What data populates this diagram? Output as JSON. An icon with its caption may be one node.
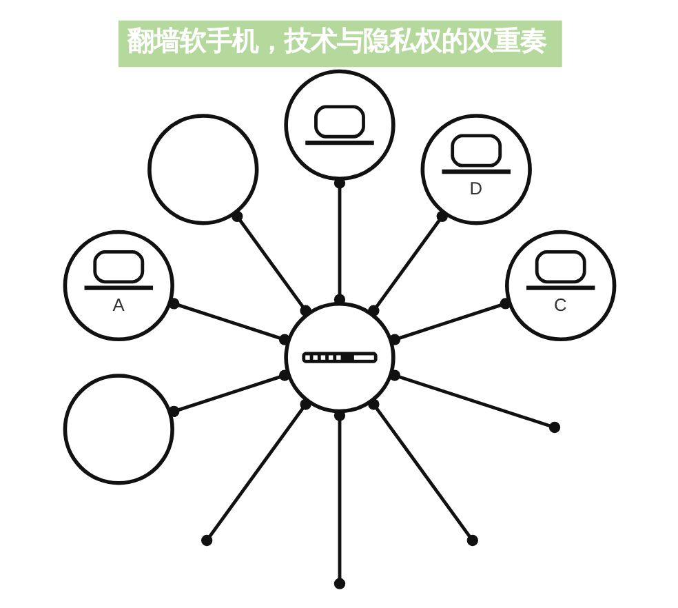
{
  "diagram": {
    "title": "翻墙软手机，技术与隐私权的双重奏",
    "nodes": [
      {
        "text": [
          "C"
        ]
      },
      {
        "text": [
          "D"
        ]
      },
      {
        "text": [],
        "shape": "picture"
      },
      {
        "text": [],
        "shape": "circle"
      },
      {
        "text": [
          "A"
        ]
      },
      {
        "text": [],
        "shape": "picture"
      },
      {
        "text": [],
        "shape": "circle"
      }
    ],
    "edges": [
      {
        "from": 5,
        "to": 2,
        "arrow": "other"
      },
      {
        "from": 5,
        "to": 0,
        "arrow": "other"
      },
      {
        "from": 5,
        "to": 1,
        "arrow": "other"
      },
      {
        "from": 5,
        "to": 3,
        "arrow": "other"
      },
      {
        "from": 5,
        "to": null,
        "arrow": "other"
      },
      {
        "from": 5,
        "to": null,
        "arrow": "other"
      },
      {
        "from": 5,
        "to": null,
        "arrow": "other"
      },
      {
        "from": 5,
        "to": null,
        "arrow": "other"
      },
      {
        "from": 5,
        "to": 6,
        "arrow": "other"
      },
      {
        "from": 5,
        "to": 4,
        "arrow": "other"
      }
    ]
  }
}
